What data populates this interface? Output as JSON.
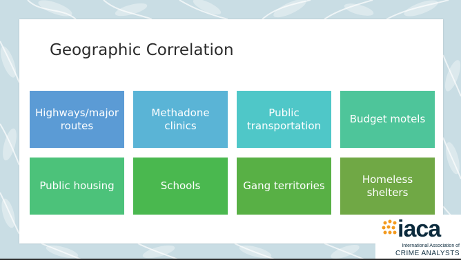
{
  "slide": {
    "title": "Geographic Correlation",
    "tiles": [
      {
        "label": "Highways/major routes",
        "color": "#5b9bd5"
      },
      {
        "label": "Methadone clinics",
        "color": "#5ab4d6"
      },
      {
        "label": "Public transportation",
        "color": "#4fc7c8"
      },
      {
        "label": "Budget motels",
        "color": "#4ec59a"
      },
      {
        "label": "Public housing",
        "color": "#4cc27a"
      },
      {
        "label": "Schools",
        "color": "#4ab84f"
      },
      {
        "label": "Gang territories",
        "color": "#58b045"
      },
      {
        "label": "Homeless shelters",
        "color": "#70a845"
      }
    ]
  },
  "logo": {
    "wordmark": "iaca",
    "line1": "International Association of",
    "line2": "CRIME ANALYSTS",
    "colors": {
      "navy": "#0c2b3d",
      "orange": "#f39a1e"
    }
  }
}
